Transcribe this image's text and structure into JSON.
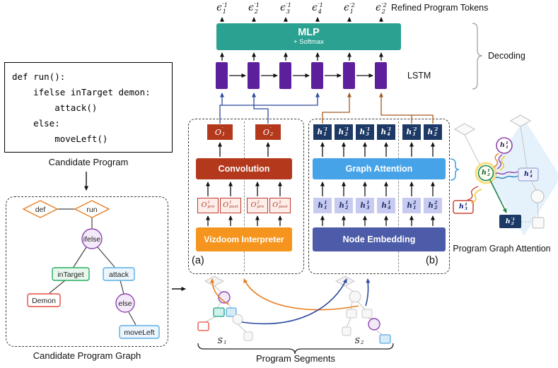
{
  "header": {
    "refined_tokens_label": "Refined Program Tokens",
    "decoding_label": "Decoding",
    "lstm_label": "LSTM"
  },
  "blocks": {
    "mlp_title": "MLP",
    "mlp_subtitle": "+ Softmax",
    "convolution": "Convolution",
    "vizdoom_interpreter": "Vizdoom Interpreter",
    "graph_attention": "Graph Attention",
    "node_embedding": "Node Embedding"
  },
  "panels": {
    "a": "(a)",
    "b": "(b)"
  },
  "tokens": [
    {
      "base": "ϵ",
      "sup": "′1",
      "sub": "1"
    },
    {
      "base": "ϵ",
      "sup": "′1",
      "sub": "2"
    },
    {
      "base": "ϵ",
      "sup": "′1",
      "sub": "3"
    },
    {
      "base": "ϵ",
      "sup": "′1",
      "sub": "4"
    },
    {
      "base": "ϵ",
      "sup": "′2",
      "sub": "1"
    },
    {
      "base": "ϵ",
      "sup": "′2",
      "sub": "2"
    }
  ],
  "vision": {
    "outputs": [
      {
        "base": "O",
        "sup": "′",
        "sub": "1"
      },
      {
        "base": "O",
        "sup": "′",
        "sub": "2"
      }
    ],
    "inputs": [
      {
        "base": "O",
        "sup": "1",
        "sub": "pre"
      },
      {
        "base": "O",
        "sup": "1",
        "sub": "post"
      },
      {
        "base": "O",
        "sup": "2",
        "sub": "pre"
      },
      {
        "base": "O",
        "sup": "2",
        "sub": "post"
      }
    ]
  },
  "graph_branch": {
    "outputs": [
      {
        "base": "h",
        "sup": "′1",
        "sub": "1"
      },
      {
        "base": "h",
        "sup": "′1",
        "sub": "2"
      },
      {
        "base": "h",
        "sup": "′1",
        "sub": "3"
      },
      {
        "base": "h",
        "sup": "′1",
        "sub": "4"
      },
      {
        "base": "h",
        "sup": "′2",
        "sub": "1"
      },
      {
        "base": "h",
        "sup": "′2",
        "sub": "2"
      }
    ],
    "inputs": [
      {
        "base": "h",
        "sup": "1",
        "sub": "1"
      },
      {
        "base": "h",
        "sup": "1",
        "sub": "2"
      },
      {
        "base": "h",
        "sup": "1",
        "sub": "3"
      },
      {
        "base": "h",
        "sup": "1",
        "sub": "4"
      },
      {
        "base": "h",
        "sup": "2",
        "sub": "1"
      },
      {
        "base": "h",
        "sup": "2",
        "sub": "2"
      }
    ]
  },
  "code_box": {
    "caption": "Candidate Program",
    "lines": [
      "def run():",
      "    ifelse inTarget demon:",
      "        attack()",
      "    else:",
      "        moveLeft()"
    ]
  },
  "program_graph": {
    "caption": "Candidate Program Graph",
    "nodes": {
      "def": "def",
      "run": "run",
      "ifelse": "ifelse",
      "intarget": "inTarget",
      "attack": "attack",
      "demon": "Demon",
      "else": "else",
      "moveleft": "moveLeft"
    }
  },
  "attention_demo": {
    "caption": "Program Graph Attention",
    "nodes": {
      "h11": {
        "base": "h",
        "sup": "1",
        "sub": "1"
      },
      "h21": {
        "base": "h",
        "sup": "1",
        "sub": "2"
      },
      "h31": {
        "base": "h",
        "sup": "1",
        "sub": "3"
      },
      "h41": {
        "base": "h",
        "sup": "1",
        "sub": "4"
      },
      "hp21": {
        "base": "h",
        "sup": "′1",
        "sub": "2"
      }
    }
  },
  "segments": {
    "caption": "Program Segments",
    "s1": {
      "base": "S",
      "sup": "",
      "sub": "1"
    },
    "s2": {
      "base": "S",
      "sup": "",
      "sub": "2"
    }
  },
  "colors": {
    "mlp_teal": "#2aa191",
    "lstm_purple": "#5e1f9c",
    "conv_red": "#b4381c",
    "vizdoom_orange": "#f6951e",
    "graph_attention_blue": "#47a3e8",
    "node_embedding_indigo": "#4d5ca9",
    "h_refined_navy": "#1d3a66",
    "h_embed_lavender": "#c7cbf0",
    "arrow_blue": "#2c4a9e",
    "arrow_brown": "#a35a20",
    "arrow_orange": "#e87d1e",
    "arrow_green": "#1e8449",
    "diamond_orange": "#e67e22",
    "circle_purple": "#8e44ad",
    "box_green": "#27ae60",
    "box_blue": "#5dade2",
    "box_red": "#e74c3c"
  }
}
